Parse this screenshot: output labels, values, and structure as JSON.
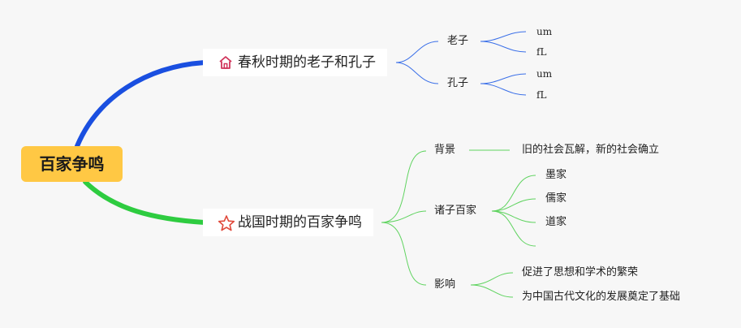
{
  "root": {
    "label": "百家争鸣"
  },
  "branches": [
    {
      "label": "春秋时期的老子和孔子",
      "icon": "house-icon",
      "color": "#1a4fe0",
      "children": [
        {
          "label": "老子",
          "children": [
            {
              "label": "um"
            },
            {
              "label": "fL"
            }
          ]
        },
        {
          "label": "孔子",
          "children": [
            {
              "label": "um"
            },
            {
              "label": "fL"
            }
          ]
        }
      ]
    },
    {
      "label": "战国时期的百家争鸣",
      "icon": "star-icon",
      "color": "#2ecc40",
      "children": [
        {
          "label": "背景",
          "children": [
            {
              "label": "旧的社会瓦解，新的社会确立"
            }
          ]
        },
        {
          "label": "诸子百家",
          "children": [
            {
              "label": "墨家"
            },
            {
              "label": "儒家"
            },
            {
              "label": "道家"
            }
          ]
        },
        {
          "label": "影响",
          "children": [
            {
              "label": "促进了思想和学术的繁荣"
            },
            {
              "label": "为中国古代文化的发展奠定了基础"
            }
          ]
        }
      ]
    }
  ],
  "colors": {
    "root_fill": "#ffc844",
    "branch_blue": "#1a4fe0",
    "branch_green": "#2ecc40",
    "leaf_line_blue": "#3a6fe8",
    "leaf_line_green": "#5fd35f"
  }
}
